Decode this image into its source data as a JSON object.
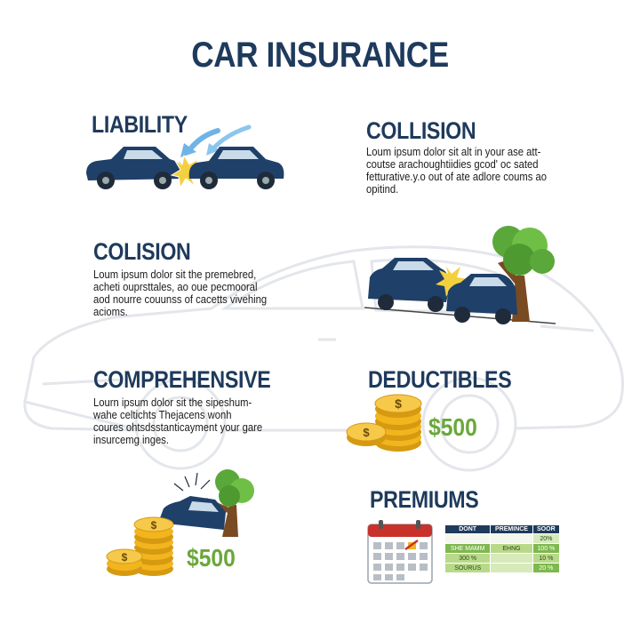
{
  "title": "CAR INSURANCE",
  "sections": {
    "liability": {
      "title": "LIABILITY"
    },
    "collision_top": {
      "title": "COLLISION",
      "body": "Loum ipsum dolor sit alt in your ase att-\ncoutse arachoughtiidies gcod' oc sated\nfetturative.y.o out of ate adlore coums ao\nopitind."
    },
    "colision": {
      "title": "COLISION",
      "body": "Loum ipsum dolor sit the premebred,\nacheti ouprsttales, ao oue pecmooral\naod nourre couunss of cacetts vivehing\nacioms."
    },
    "comprehensive": {
      "title": "COMPREHENSIVE",
      "body": "Lourn ipsum dolor sit the sipeshum-\nwahe celtichts Thejacens wonh\ncoures ohtsdsstanticayment your gare\ninsurcemg inges."
    },
    "deductibles": {
      "title": "DEDUCTIBLES",
      "amount": "$500"
    },
    "comprehensive_amount": "$500",
    "premiums": {
      "title": "PREMIUMS",
      "headers": [
        "DONT",
        "PREMINCE",
        "SOOR"
      ],
      "rows": [
        [
          "",
          "",
          "20%"
        ],
        [
          "SHE MAMM",
          "EHNG",
          "100 %"
        ],
        [
          "300 %",
          "",
          "10 %"
        ],
        [
          "SOURUS",
          "",
          "20 %"
        ]
      ]
    }
  },
  "colors": {
    "navy": "#1e3a5c",
    "car_blue": "#1f4068",
    "green_accent": "#6aa83a",
    "coin_gold": "#f2b51d",
    "tree_green": "#5aa83a",
    "calendar_red": "#c8322b"
  },
  "icons": [
    "car-crash-icon",
    "tree-crash-icon",
    "coin-stack-icon",
    "calendar-icon"
  ]
}
